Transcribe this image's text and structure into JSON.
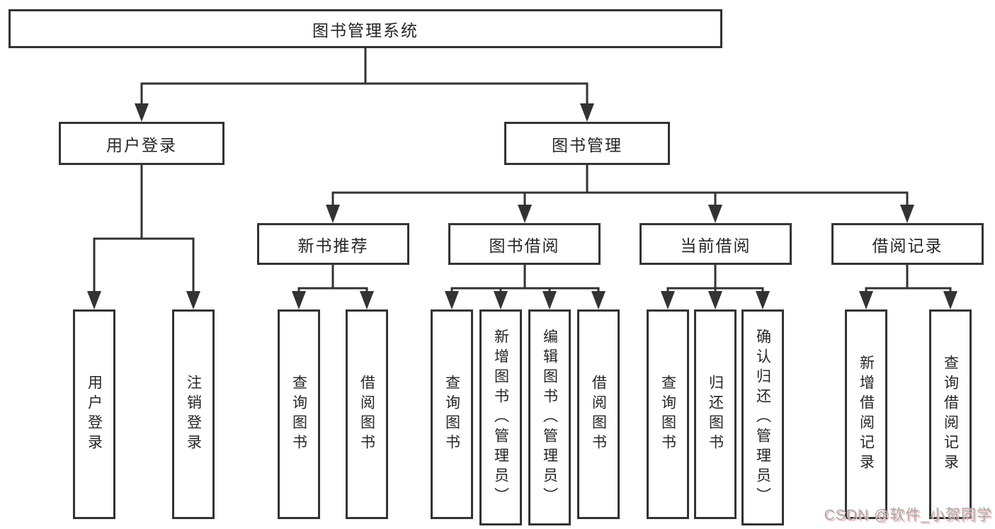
{
  "diagram": {
    "root": {
      "label": "图书管理系统",
      "children": [
        {
          "label": "用户登录",
          "children": [
            {
              "label": "用户登录"
            },
            {
              "label": "注销登录"
            }
          ]
        },
        {
          "label": "图书管理",
          "children": [
            {
              "label": "新书推荐",
              "children": [
                {
                  "label": "查询图书"
                },
                {
                  "label": "借阅图书"
                }
              ]
            },
            {
              "label": "图书借阅",
              "children": [
                {
                  "label": "查询图书"
                },
                {
                  "label": "新增图书（管理员）"
                },
                {
                  "label": "编辑图书（管理员）"
                },
                {
                  "label": "借阅图书"
                }
              ]
            },
            {
              "label": "当前借阅",
              "children": [
                {
                  "label": "查询图书"
                },
                {
                  "label": "归还图书"
                },
                {
                  "label": "确认归还（管理员）"
                }
              ]
            },
            {
              "label": "借阅记录",
              "children": [
                {
                  "label": "新增借阅记录"
                },
                {
                  "label": "查询借阅记录"
                }
              ]
            }
          ]
        }
      ]
    }
  },
  "watermark": {
    "text": "CSDN @软件_小贺同学"
  },
  "colors": {
    "line": "#333333",
    "text": "#262626",
    "background": "#ffffff",
    "watermark_text": "#a8a8a8",
    "watermark_shadow": "#f0bcbc"
  }
}
